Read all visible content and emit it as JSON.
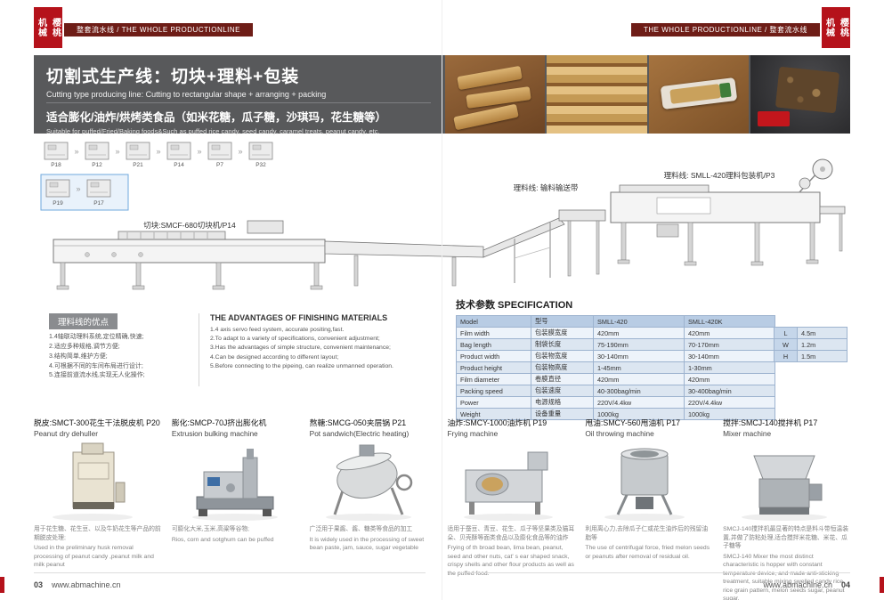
{
  "colors": {
    "accent_red": "#b5121b",
    "strip_maroon": "#6e1d17",
    "banner_gray": "#58595b"
  },
  "header": {
    "logo_line1": "樱桃",
    "logo_line2": "机械",
    "left_strip": "整套流水线 / THE WHOLE PRODUCTIONLINE",
    "right_strip": "THE WHOLE PRODUCTIONLINE / 整套流水线"
  },
  "banner": {
    "title_cn": "切割式生产线：切块+理料+包装",
    "title_en": "Cutting type producing line:  Cutting to rectangular shape + arranging + packing",
    "subtitle_cn": "适合膨化/油炸/烘烤类食品（如米花糖，瓜子糖，沙琪玛，花生糖等）",
    "subtitle_en": "Suitable for puffed/Fried/Baking foods&Such as puffed rice candy, seed candy, caramel treats, peanut candy, etc."
  },
  "diagram": {
    "flow_row1": [
      "P18",
      "P12",
      "P21",
      "P14",
      "P7",
      "P32"
    ],
    "flow_row2": [
      "P19",
      "P17"
    ],
    "cutting_label": "切块:SMCF-680切块机/P14",
    "conveyor_label": "理料线: 输料输送带",
    "packing_label": "理料线: SMLL-420理料包装机/P3"
  },
  "advantages": {
    "title_cn": "理料线的优点",
    "points_cn": [
      "1.4轴联动理料系统,定位精确,快速;",
      "2.适应多种规格,调节方便;",
      "3.结构简单,维护方便;",
      "4.可根据不同的车间布局进行设计;",
      "5.连接前道流水线,实现无人化操作;"
    ],
    "title_en": "THE ADVANTAGES OF FINISHING MATERIALS",
    "points_en": [
      "1.4 axis servo feed system, accurate positing,fast.",
      "2.To adapt to a variety of specifications, convenient adjustment;",
      "3.Has the advantages of simple structure, convenient maintenance;",
      "4.Can be designed according to different layout;",
      "5.Before connecting to the pipeing, can realize unmanned operation."
    ]
  },
  "spec": {
    "title": "技术参数 SPECIFICATION",
    "rows": [
      {
        "en": "Model",
        "cn": "型号",
        "v1": "SMLL-420",
        "v2": "SMLL-420K"
      },
      {
        "en": "Film width",
        "cn": "包装膜宽度",
        "v1": "420mm",
        "v2": "420mm"
      },
      {
        "en": "Bag length",
        "cn": "制袋长度",
        "v1": "75-190mm",
        "v2": "70-170mm"
      },
      {
        "en": "Product width",
        "cn": "包装物宽度",
        "v1": "30-140mm",
        "v2": "30-140mm"
      },
      {
        "en": "Product height",
        "cn": "包装物高度",
        "v1": "1-45mm",
        "v2": "1-30mm"
      },
      {
        "en": "Film diameter",
        "cn": "卷膜直径",
        "v1": "420mm",
        "v2": "420mm"
      },
      {
        "en": "Packing speed",
        "cn": "包装速度",
        "v1": "40-300bag/min",
        "v2": "30-400bag/min"
      },
      {
        "en": "Power",
        "cn": "电源规格",
        "v1": "220V/4.4kw",
        "v2": "220V/4.4kw"
      },
      {
        "en": "Weight",
        "cn": "设备重量",
        "v1": "1000kg",
        "v2": "1000kg"
      }
    ],
    "dims": [
      {
        "k": "L",
        "v": "4.5m"
      },
      {
        "k": "W",
        "v": "1.2m"
      },
      {
        "k": "H",
        "v": "1.5m"
      }
    ]
  },
  "products": [
    {
      "title_cn": "脱皮:SMCT-300花生干法脱皮机 P20",
      "title_en": "Peanut dry dehuller",
      "desc_cn": "用于花生糖、花生豆、以及牛奶花生等产品的前期脱皮处理;",
      "desc_en": "Used in the preliminary husk removal processing of peanut candy ,peanut milk and milk peanut"
    },
    {
      "title_cn": "膨化:SMCP-70J挤出膨化机",
      "title_en": "Extrusion bulking machine",
      "desc_cn": "可膨化大米,玉米,高粱等谷物;",
      "desc_en": "Rios, corn and sotghum can be puffed"
    },
    {
      "title_cn": "熬糖:SMCG-050夹层锅 P21",
      "title_en": "Pot sandwich(Electric heating)",
      "desc_cn": "广泛用于果酱、酱、糖类等食品的加工",
      "desc_en": "It is widely used in the processing of sweet bean paste, jam, sauce, sugar vegetable"
    },
    {
      "title_cn": "油炸:SMCY-1000油炸机 P19",
      "title_en": "Frying machine",
      "desc_cn": "适用于蚕豆、青豆、花生、瓜子等坚果类及猫耳朵、贝壳酥等面类食品以及膨化食品等的油炸",
      "desc_en": "Frying of th broad bean, lima bean, peanut, seed and other nuts, cat' s ear shaped snack, crispy shells and other flour products as well as the puffed food."
    },
    {
      "title_cn": "甩油:SMCY-560甩油机 P17",
      "title_en": "Oil throwing machine",
      "desc_cn": "利用离心力,去除瓜子仁或花生油炸后的残留油脂等",
      "desc_en": "The use of centrifugal force, fried melon seeds or peanuts after removal of residual oil."
    },
    {
      "title_cn": "搅拌:SMCJ-140搅拌机 P17",
      "title_en": "Mixer machine",
      "desc_cn": "SMCJ-140搅拌机最显著的特点是料斗带恒温装置,并做了防粘处理,适合搅拌米花糖、米花、瓜子糖等",
      "desc_en": "SMCJ-140 Mixer the most distinct characteristic is hopper with constant temperature device, and made anti-sticking treatment, suitable mixing swelled candy rice, rice grain pattern, melon seeds sugar, peanut sugar."
    }
  ],
  "footer": {
    "left_page_no": "03",
    "right_page_no": "04",
    "website": "www.abmachine.cn"
  }
}
